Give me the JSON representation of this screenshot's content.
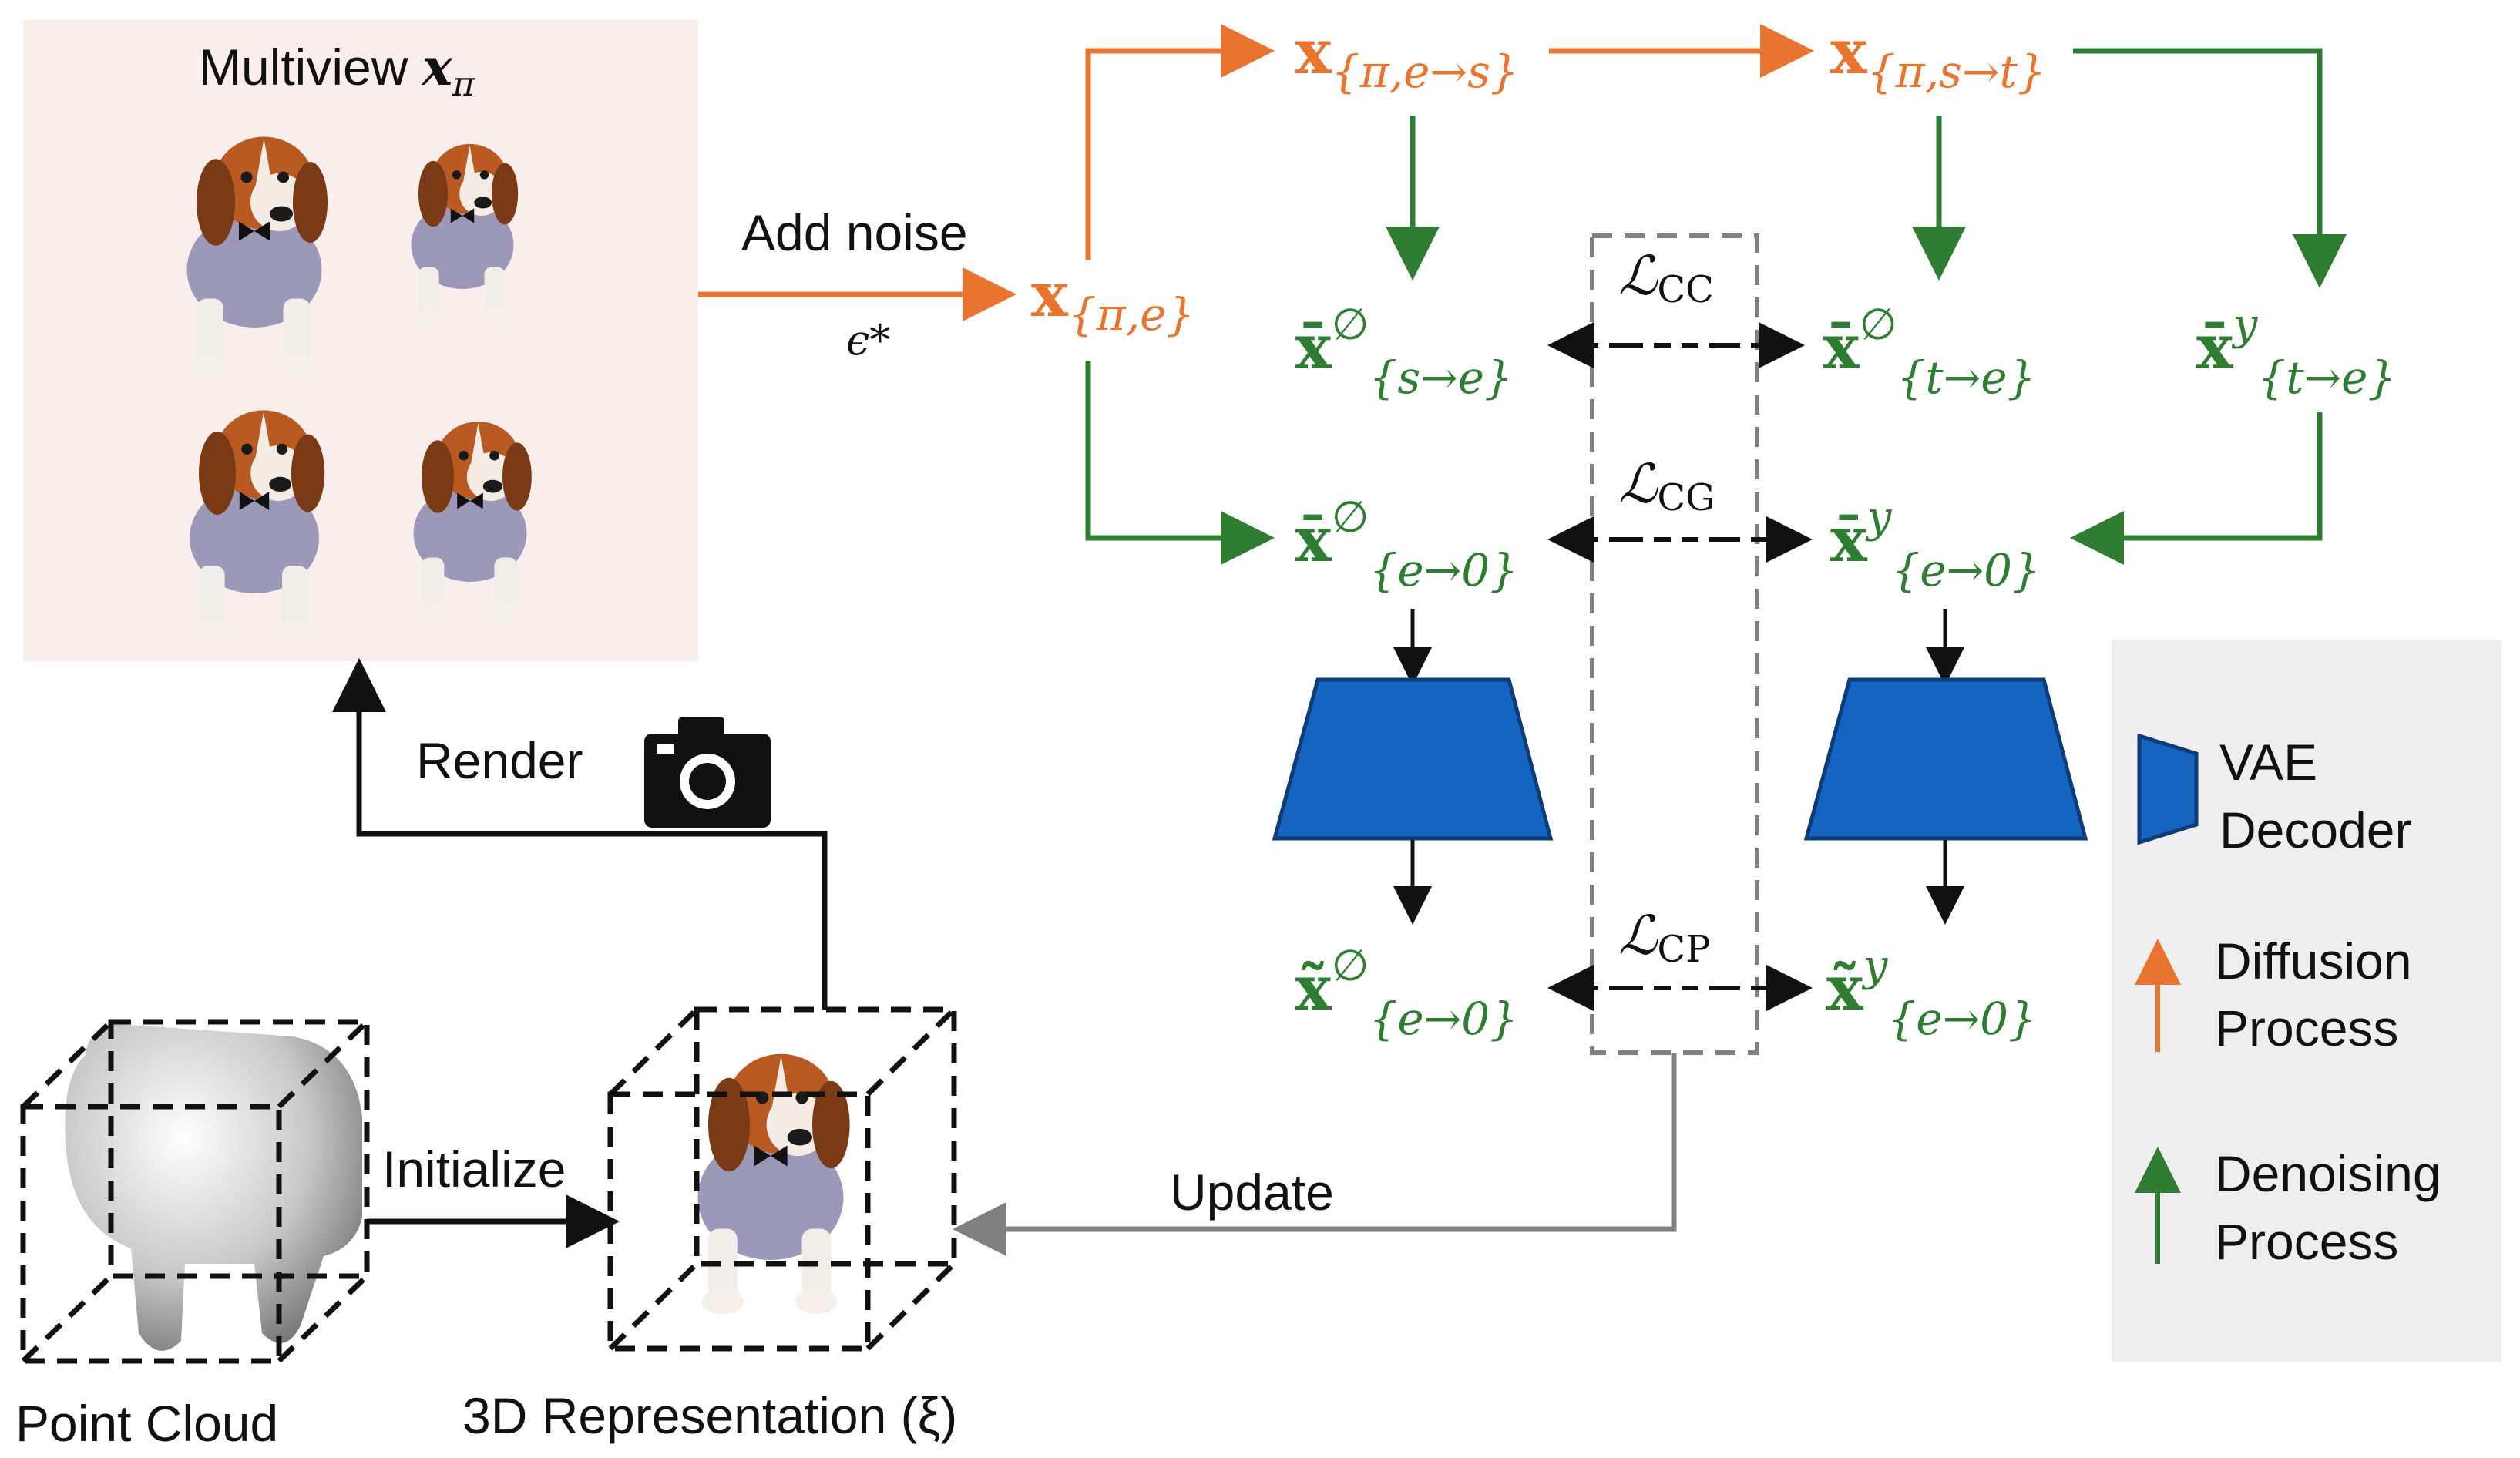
{
  "multiview": {
    "title": "Multiview ",
    "symbol": "x",
    "subscript": "π"
  },
  "edges": {
    "add_noise": "Add noise",
    "noise_symbol": "ϵ*",
    "render": "Render",
    "initialize": "Initialize",
    "update": "Update"
  },
  "nodes": {
    "x_pi_e": {
      "base": "x",
      "sub": "{π,e}"
    },
    "x_pi_e_s": {
      "base": "x",
      "sub": "{π,e→s}"
    },
    "x_pi_s_t": {
      "base": "x",
      "sub": "{π,s→t}"
    },
    "xbar_null_s_e": {
      "base": "x̄",
      "sup": "∅",
      "sub": "{s→e}"
    },
    "xbar_null_t_e": {
      "base": "x̄",
      "sup": "∅",
      "sub": "{t→e}"
    },
    "xbar_y_t_e": {
      "base": "x̄",
      "sup": "y",
      "sub": "{t→e}"
    },
    "xbar_null_e_0": {
      "base": "x̄",
      "sup": "∅",
      "sub": "{e→0}"
    },
    "xbar_y_e_0": {
      "base": "x̄",
      "sup": "y",
      "sub": "{e→0}"
    },
    "xtil_null_e_0": {
      "base": "x̃",
      "sup": "∅",
      "sub": "{e→0}"
    },
    "xtil_y_e_0": {
      "base": "x̃",
      "sup": "y",
      "sub": "{e→0}"
    }
  },
  "losses": {
    "cc": {
      "symbol": "ℒ",
      "sub": "CC"
    },
    "cg": {
      "symbol": "ℒ",
      "sub": "CG"
    },
    "cp": {
      "symbol": "ℒ",
      "sub": "CP"
    }
  },
  "bottom_labels": {
    "point_cloud": "Point Cloud",
    "representation": "3D Representation (ξ)"
  },
  "legend": {
    "vae_line1": "VAE",
    "vae_line2": "Decoder",
    "diffusion_line1": "Diffusion",
    "diffusion_line2": "Process",
    "denoising_line1": "Denoising",
    "denoising_line2": "Process"
  },
  "colors": {
    "orange": "#E8742F",
    "green": "#2E7D32",
    "decoder_blue": "#1565C0",
    "panel_bg": "#F9EEEB",
    "legend_bg": "#EEEEEE",
    "gray_line": "#808080"
  },
  "icons": [
    "camera-icon",
    "vae-decoder-icon",
    "dog-image",
    "point-cloud-image",
    "wireframe-cube-icon"
  ]
}
